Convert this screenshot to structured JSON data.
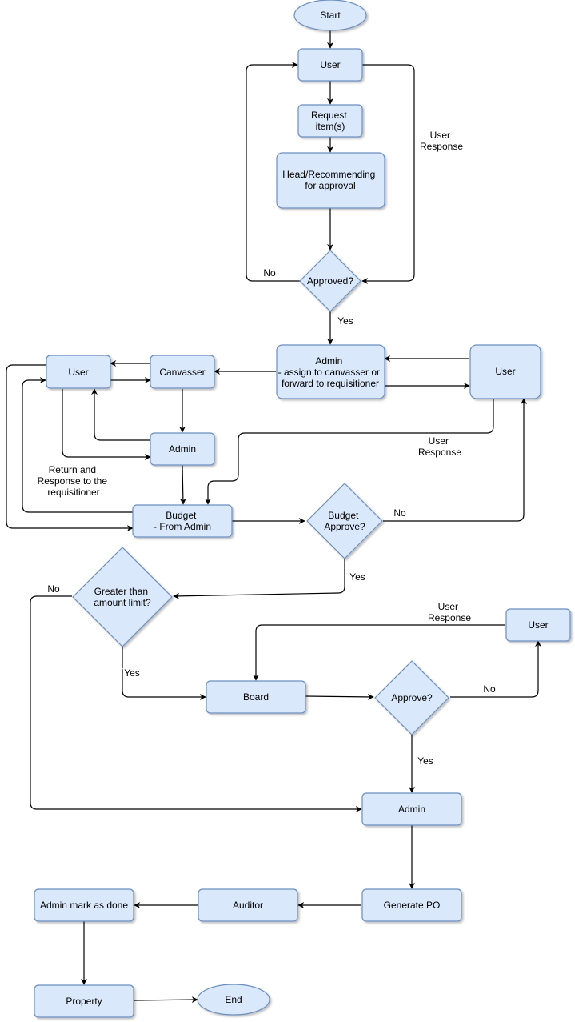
{
  "nodes": {
    "start": "Start",
    "user1": "User",
    "request": [
      "Request",
      "item(s)"
    ],
    "head": [
      "Head/Recommending",
      "for approval"
    ],
    "approved": "Approved?",
    "admin_assign": [
      "Admin",
      "- assign to canvasser or",
      "forward to requisitioner"
    ],
    "user_right": "User",
    "canvasser": "Canvasser",
    "user_left": "User",
    "admin_mid": "Admin",
    "budget": [
      "Budget",
      "- From Admin"
    ],
    "budget_approve": [
      "Budget",
      "Approve?"
    ],
    "greater": [
      "Greater than",
      "amount limit?"
    ],
    "board": "Board",
    "approve2": "Approve?",
    "user_board": "User",
    "admin_po": "Admin",
    "generate_po": "Generate PO",
    "auditor": "Auditor",
    "admin_done": "Admin mark as done",
    "property": "Property",
    "end": "End"
  },
  "edge_labels": {
    "user_response_1": [
      "User",
      "Response"
    ],
    "no_approved": "No",
    "yes_approved": "Yes",
    "user_response_2": [
      "User",
      "Response"
    ],
    "return_response": [
      "Return and",
      "Response to the",
      "requisitioner"
    ],
    "no_budget": "No",
    "yes_budget": "Yes",
    "no_greater": "No",
    "yes_greater": "Yes",
    "user_response_3": [
      "User",
      "Response"
    ],
    "no_approve2": "No",
    "yes_approve2": "Yes"
  }
}
